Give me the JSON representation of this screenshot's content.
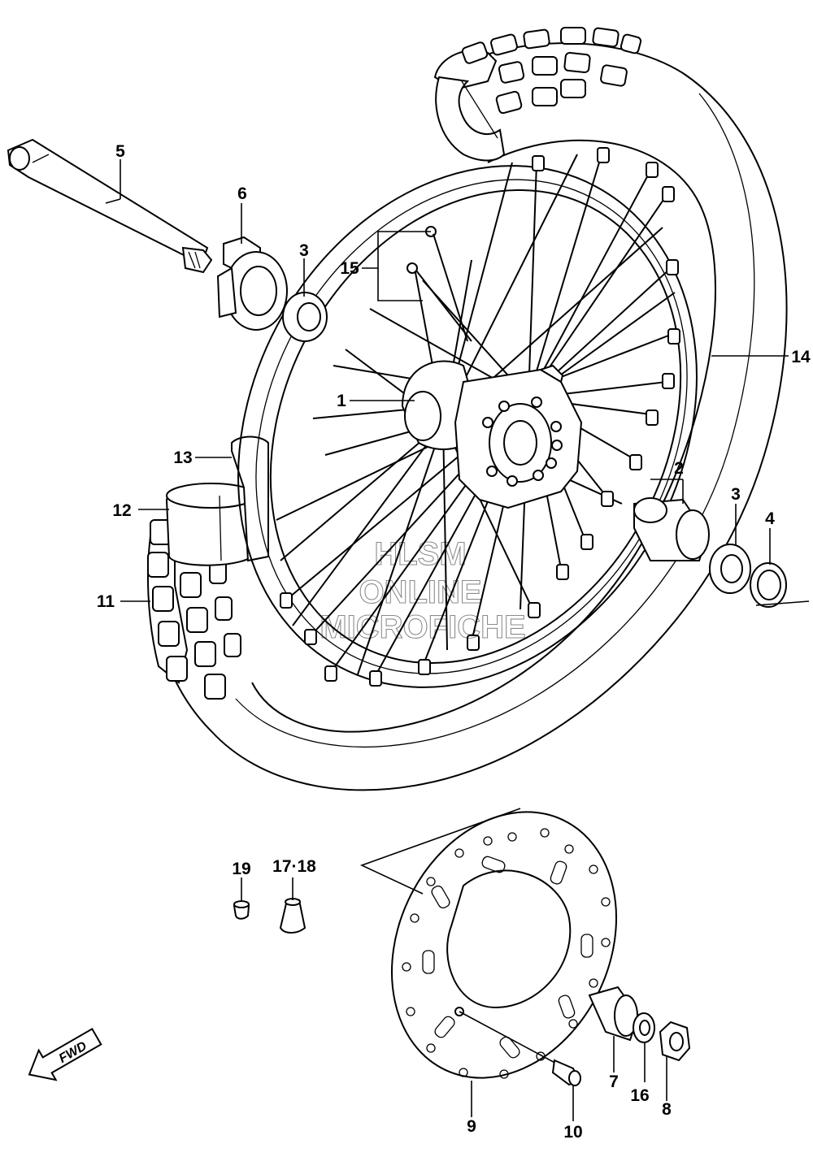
{
  "diagram": {
    "callouts": {
      "c1": "1",
      "c2": "2",
      "c3a": "3",
      "c3b": "3",
      "c4": "4",
      "c5": "5",
      "c6": "6",
      "c7": "7",
      "c8": "8",
      "c9": "9",
      "c10": "10",
      "c11": "11",
      "c12": "12",
      "c13": "13",
      "c14": "14",
      "c15": "15",
      "c16": "16",
      "c17_18": "17·18",
      "c19": "19"
    },
    "watermark": {
      "line1": "HLSM",
      "line2": "ONLINE",
      "line3": "MICROFICHE"
    },
    "fwd_label": "FWD",
    "icons": [
      "fwd-arrow-icon"
    ]
  }
}
